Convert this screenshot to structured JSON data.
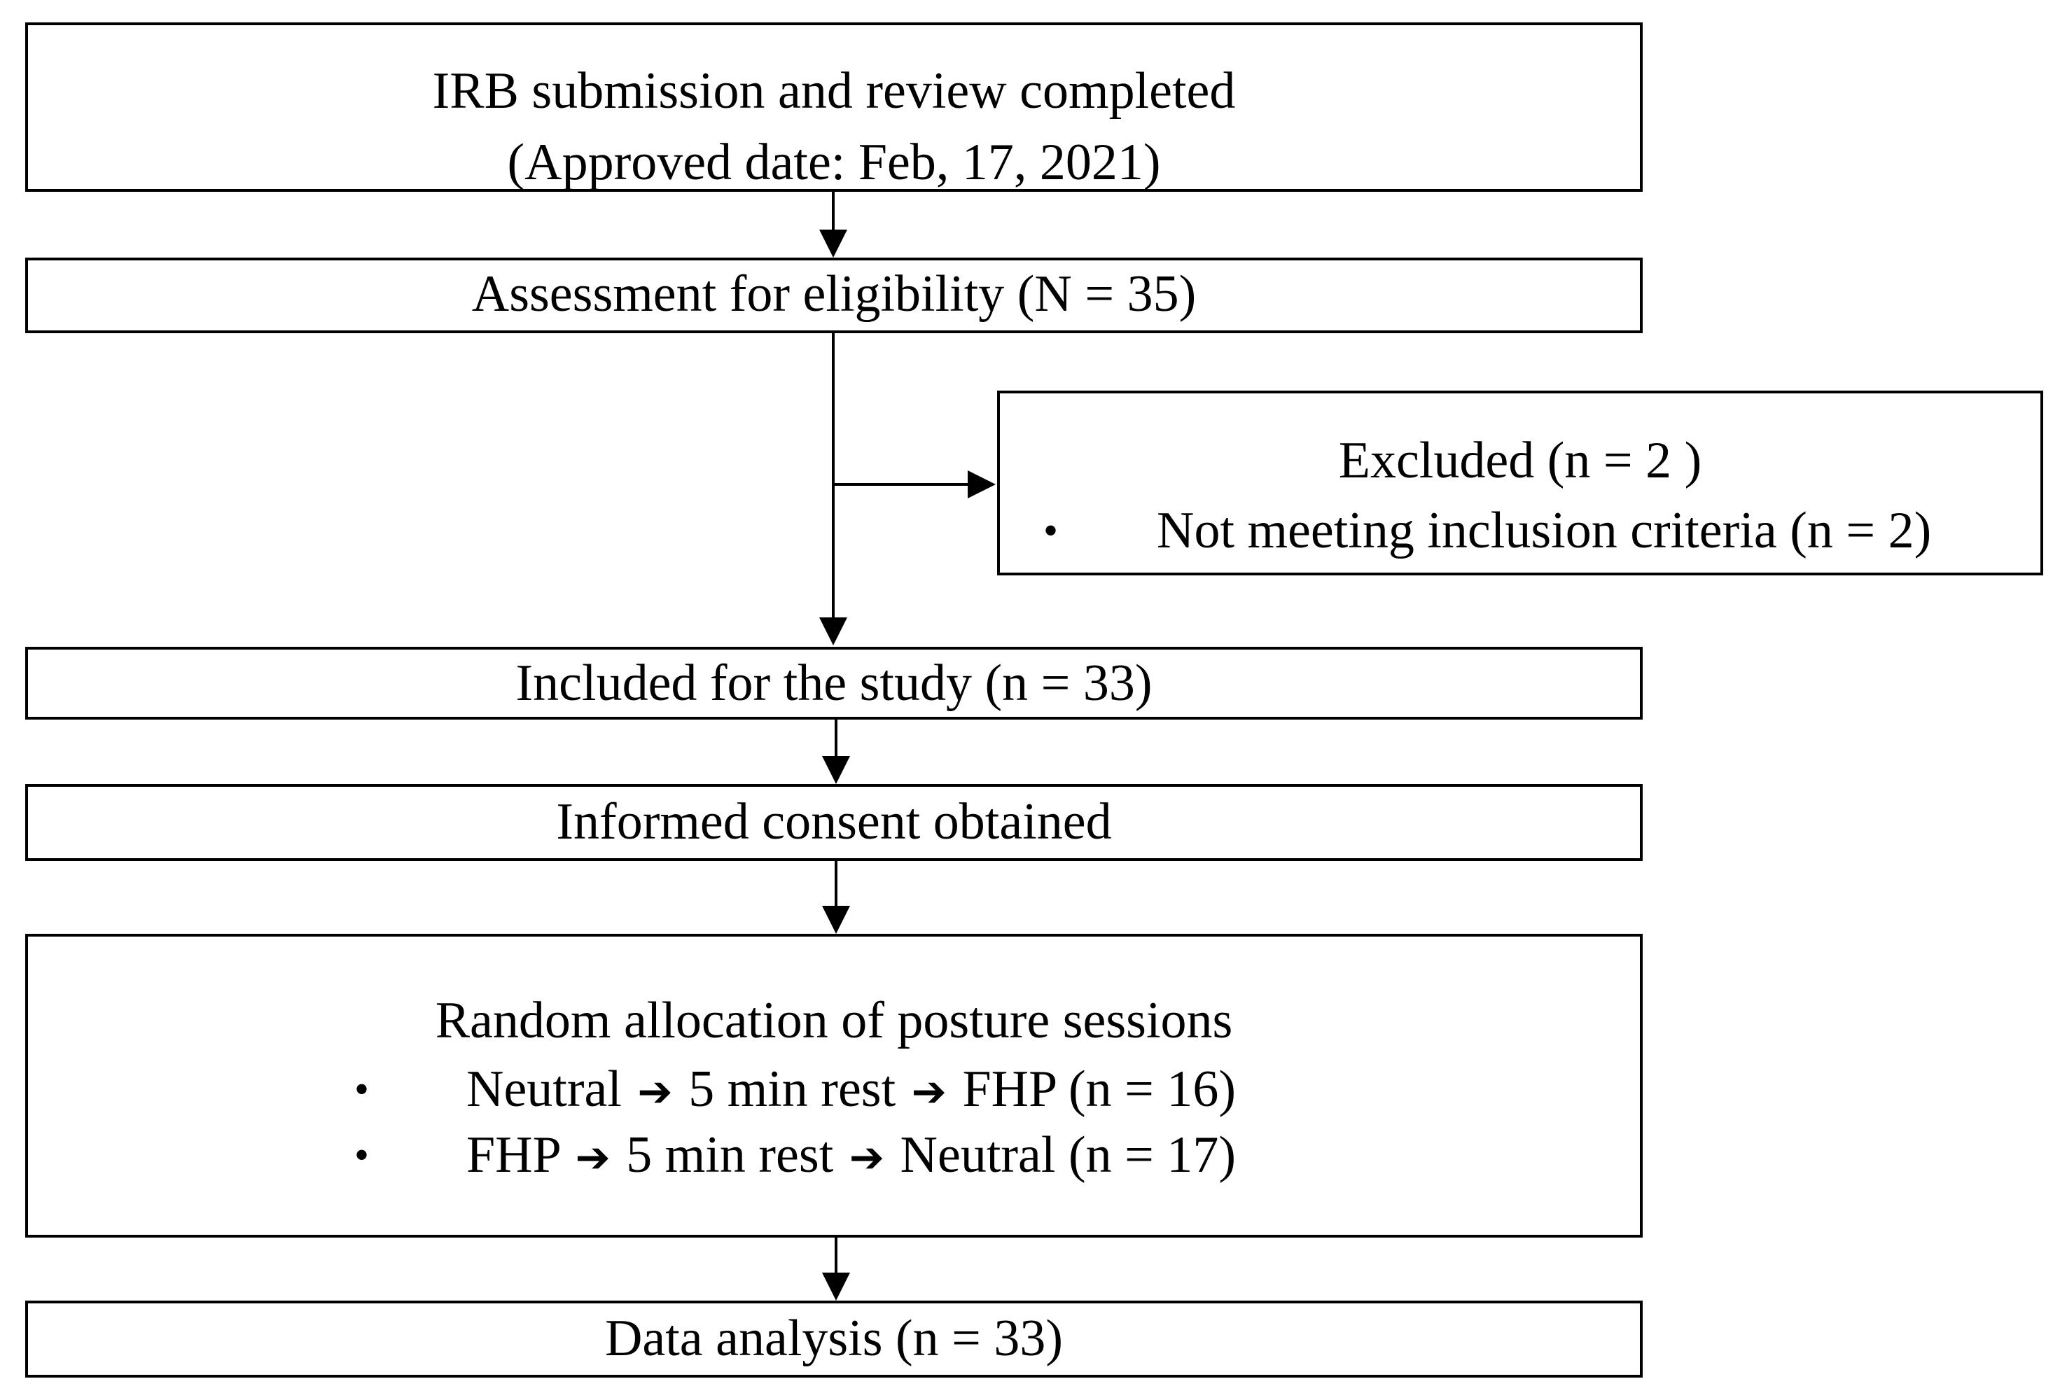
{
  "flowchart": {
    "irb": {
      "line1": "IRB submission  and review completed",
      "line2": "(Approved date: Feb, 17, 2021)"
    },
    "assessment": {
      "text": "Assessment for eligibility  (N = 35)"
    },
    "excluded": {
      "title": "Excluded (n = 2 )",
      "bullet": "Not meeting inclusion  criteria (n = 2)"
    },
    "included": {
      "text": "Included for the study (n = 33)"
    },
    "consent": {
      "text": "Informed consent obtained"
    },
    "allocation": {
      "title": "Random allocation  of posture sessions",
      "sequences": [
        {
          "step1": "Neutral",
          "step2": "5 min  rest",
          "step3": "FHP (n = 16)"
        },
        {
          "step1": "FHP",
          "step2": "5 min  rest",
          "step3": "Neutral (n = 17)"
        }
      ]
    },
    "analysis": {
      "text": "Data analysis (n = 33)"
    },
    "symbols": {
      "bullet": "•",
      "arrow": "➔"
    }
  }
}
